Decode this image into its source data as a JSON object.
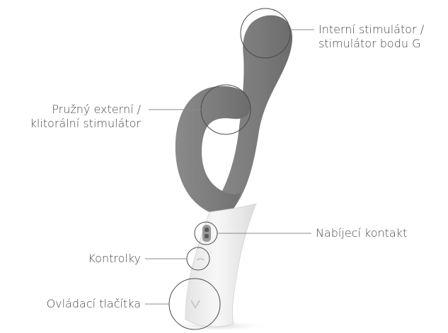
{
  "labels": {
    "internal": {
      "line1": "Interní stimulátor /",
      "line2": "stimulátor bodu G"
    },
    "external": {
      "line1": "Pružný externí /",
      "line2": "klitorální stimulátor"
    },
    "charging": "Nabíjecí kontakt",
    "indicators": "Kontrolky",
    "buttons": "Ovládací tlačítka"
  },
  "colors": {
    "device_gray": "#7d7d7d",
    "handle_white": "#f2f2f2",
    "line": "#8a8a8a",
    "text": "#4a4a4a"
  }
}
